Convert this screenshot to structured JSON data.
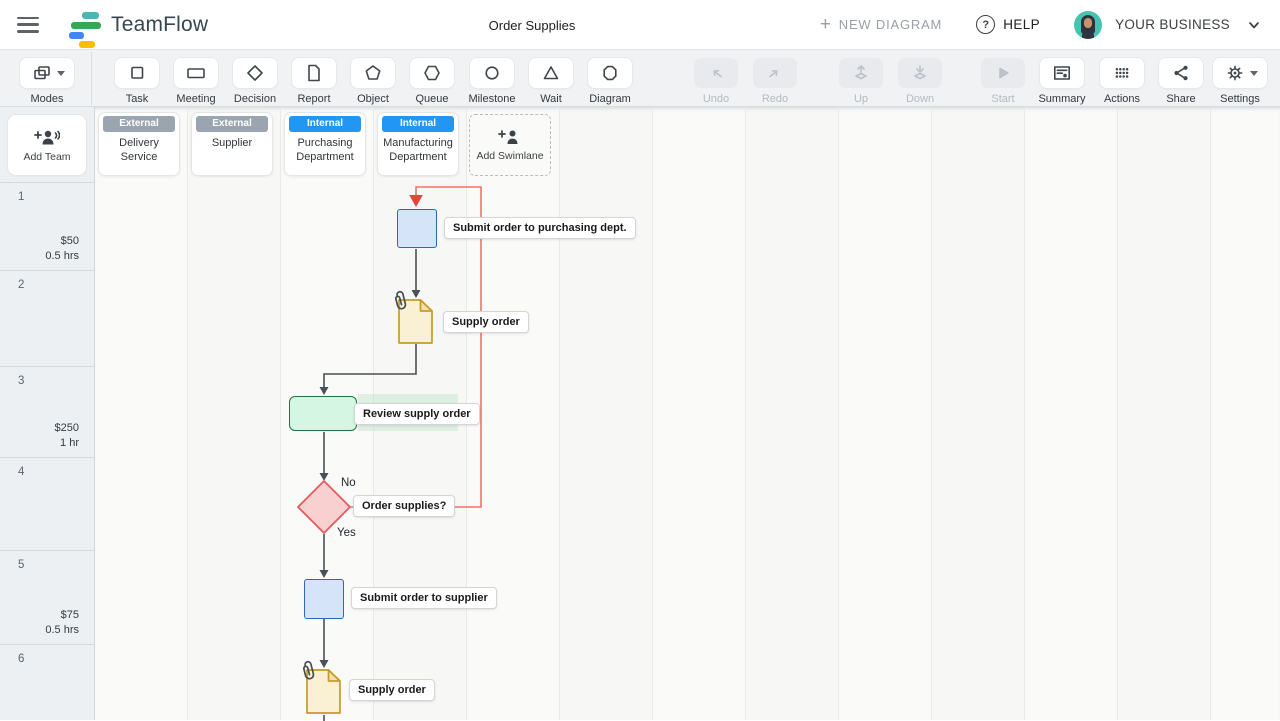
{
  "header": {
    "app_name": "TeamFlow",
    "doc_title": "Order Supplies",
    "new_diagram": "NEW DIAGRAM",
    "help": "HELP",
    "help_icon_glyph": "?",
    "account": "YOUR BUSINESS"
  },
  "toolbar": {
    "modes": "Modes",
    "task": "Task",
    "meeting": "Meeting",
    "decision": "Decision",
    "report": "Report",
    "object": "Object",
    "queue": "Queue",
    "milestone": "Milestone",
    "wait": "Wait",
    "diagram": "Diagram",
    "undo": "Undo",
    "redo": "Redo",
    "up": "Up",
    "down": "Down",
    "start": "Start",
    "summary": "Summary",
    "actions": "Actions",
    "share": "Share",
    "settings": "Settings"
  },
  "sidebar": {
    "add_team": "Add Team",
    "rows": [
      {
        "num": "1",
        "cost": "$50",
        "time": "0.5 hrs"
      },
      {
        "num": "2",
        "cost": "",
        "time": ""
      },
      {
        "num": "3",
        "cost": "$250",
        "time": "1 hr"
      },
      {
        "num": "4",
        "cost": "",
        "time": ""
      },
      {
        "num": "5",
        "cost": "$75",
        "time": "0.5 hrs"
      },
      {
        "num": "6",
        "cost": "",
        "time": ""
      }
    ]
  },
  "swimlanes": {
    "lane1_type": "External",
    "lane1_name": "Delivery Service",
    "lane2_type": "External",
    "lane2_name": "Supplier",
    "lane3_type": "Internal",
    "lane3_name": "Purchasing Department",
    "lane4_type": "Internal",
    "lane4_name": "Manufacturing Department",
    "add_swimlane": "Add Swimlane"
  },
  "flow": {
    "task1": "Submit order to purchasing dept.",
    "doc1": "Supply order",
    "meeting1": "Review supply order",
    "decision1": "Order supplies?",
    "decision_no": "No",
    "decision_yes": "Yes",
    "task2": "Submit order to supplier",
    "doc2": "Supply order"
  },
  "colors": {
    "internal_badge": "#2196f3",
    "external_badge": "#9aa5b0",
    "task_fill": "#d5e4f8",
    "task_border": "#2e66bd",
    "doc_fill": "#faf1d4",
    "doc_border": "#c49a2c",
    "meeting_fill": "#d4f6e3",
    "meeting_border": "#256f42",
    "decision_fill": "#f9d0d0",
    "decision_border": "#e25c5c",
    "connector": "#4a5055",
    "return_connector": "#f4716b",
    "avatar_bg": "#45c4b2"
  }
}
